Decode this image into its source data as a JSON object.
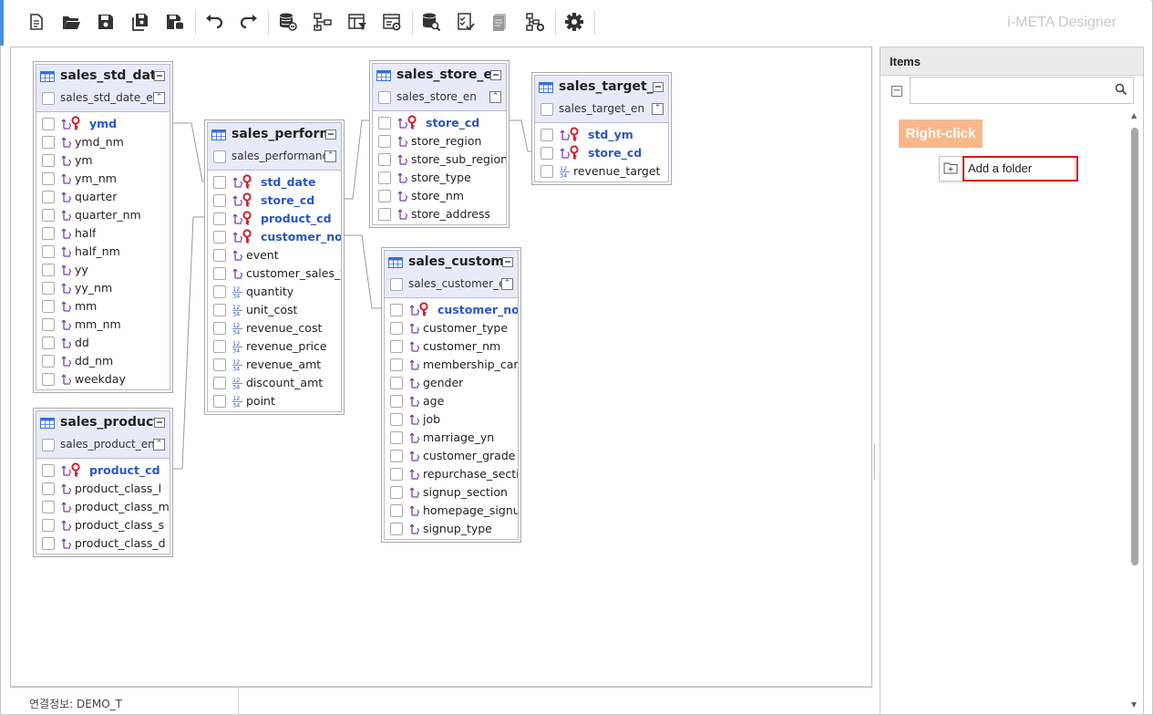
{
  "app_title": "i-META Designer",
  "toolbar": {
    "buttons": [
      "new-file-icon",
      "open-folder-icon",
      "save-icon",
      "save-all-icon",
      "save-db-icon",
      "undo-icon",
      "redo-icon",
      "db-connect-icon",
      "hierarchy-icon",
      "table-filter-icon",
      "table-settings-icon",
      "db-search-icon",
      "checklist-icon",
      "document-icon",
      "tree-settings-icon",
      "settings-icon"
    ]
  },
  "status": {
    "connection": "연결정보: DEMO_T"
  },
  "side_panel": {
    "title": "Items",
    "search_placeholder": "",
    "annotation": "Right-click",
    "context_menu": {
      "item": "Add a folder"
    }
  },
  "tables": [
    {
      "name": "sales_std_dat",
      "alias": "sales_std_date_e",
      "columns": [
        {
          "name": "ymd",
          "type": "string",
          "pk": true
        },
        {
          "name": "ymd_nm",
          "type": "string"
        },
        {
          "name": "ym",
          "type": "string"
        },
        {
          "name": "ym_nm",
          "type": "string"
        },
        {
          "name": "quarter",
          "type": "string"
        },
        {
          "name": "quarter_nm",
          "type": "string"
        },
        {
          "name": "half",
          "type": "string"
        },
        {
          "name": "half_nm",
          "type": "string"
        },
        {
          "name": "yy",
          "type": "string"
        },
        {
          "name": "yy_nm",
          "type": "string"
        },
        {
          "name": "mm",
          "type": "string"
        },
        {
          "name": "mm_nm",
          "type": "string"
        },
        {
          "name": "dd",
          "type": "string"
        },
        {
          "name": "dd_nm",
          "type": "string"
        },
        {
          "name": "weekday",
          "type": "string"
        }
      ]
    },
    {
      "name": "sales_product",
      "alias": "sales_product_en",
      "columns": [
        {
          "name": "product_cd",
          "type": "string",
          "pk": true
        },
        {
          "name": "product_class_l",
          "type": "string"
        },
        {
          "name": "product_class_m",
          "type": "string"
        },
        {
          "name": "product_class_s",
          "type": "string"
        },
        {
          "name": "product_class_d",
          "type": "string"
        }
      ]
    },
    {
      "name": "sales_perform",
      "alias": "sales_performanc",
      "columns": [
        {
          "name": "std_date",
          "type": "string",
          "pk": true
        },
        {
          "name": "store_cd",
          "type": "string",
          "pk": true
        },
        {
          "name": "product_cd",
          "type": "string",
          "pk": true
        },
        {
          "name": "customer_no",
          "type": "string",
          "pk": true
        },
        {
          "name": "event",
          "type": "string"
        },
        {
          "name": "customer_sales_ti",
          "type": "string"
        },
        {
          "name": "quantity",
          "type": "number"
        },
        {
          "name": "unit_cost",
          "type": "number"
        },
        {
          "name": "revenue_cost",
          "type": "number"
        },
        {
          "name": "revenue_price",
          "type": "number"
        },
        {
          "name": "revenue_amt",
          "type": "number"
        },
        {
          "name": "discount_amt",
          "type": "number"
        },
        {
          "name": "point",
          "type": "number"
        }
      ]
    },
    {
      "name": "sales_store_e",
      "alias": "sales_store_en",
      "columns": [
        {
          "name": "store_cd",
          "type": "string",
          "pk": true
        },
        {
          "name": "store_region",
          "type": "string"
        },
        {
          "name": "store_sub_region",
          "type": "string"
        },
        {
          "name": "store_type",
          "type": "string"
        },
        {
          "name": "store_nm",
          "type": "string"
        },
        {
          "name": "store_address",
          "type": "string"
        }
      ]
    },
    {
      "name": "sales_target_e",
      "alias": "sales_target_en",
      "columns": [
        {
          "name": "std_ym",
          "type": "string",
          "pk": true
        },
        {
          "name": "store_cd",
          "type": "string",
          "pk": true
        },
        {
          "name": "revenue_target",
          "type": "number"
        }
      ]
    },
    {
      "name": "sales_custom",
      "alias": "sales_customer_e",
      "columns": [
        {
          "name": "customer_no",
          "type": "string",
          "pk": true
        },
        {
          "name": "customer_type",
          "type": "string"
        },
        {
          "name": "customer_nm",
          "type": "string"
        },
        {
          "name": "membership_card",
          "type": "string"
        },
        {
          "name": "gender",
          "type": "string"
        },
        {
          "name": "age",
          "type": "string"
        },
        {
          "name": "job",
          "type": "string"
        },
        {
          "name": "marriage_yn",
          "type": "string"
        },
        {
          "name": "customer_grade",
          "type": "string"
        },
        {
          "name": "repurchase_sectio",
          "type": "string"
        },
        {
          "name": "signup_section",
          "type": "string"
        },
        {
          "name": "homepage_signup",
          "type": "string"
        },
        {
          "name": "signup_type",
          "type": "string"
        }
      ]
    }
  ]
}
